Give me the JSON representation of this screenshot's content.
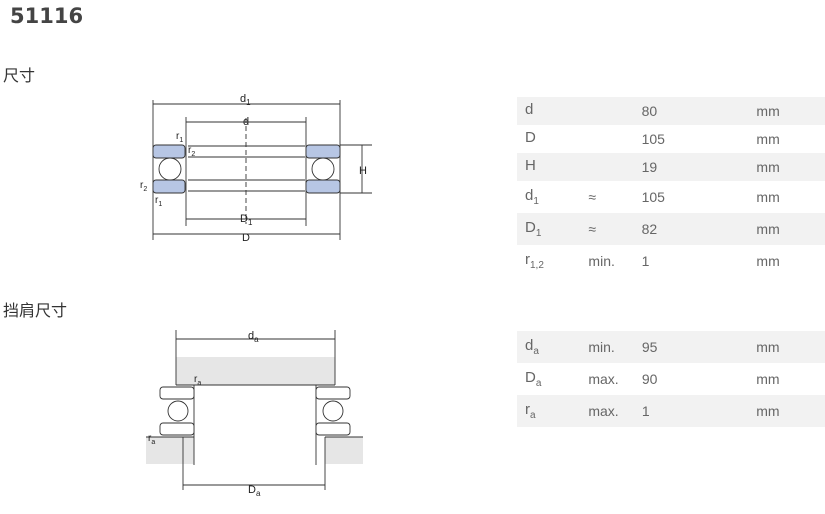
{
  "product": {
    "code": "51116"
  },
  "sections": {
    "dimensions": "尺寸",
    "abutment": "挡肩尺寸"
  },
  "dimensions": [
    {
      "sym": "d",
      "sub": "",
      "qual": "",
      "value": "80",
      "unit": "mm"
    },
    {
      "sym": "D",
      "sub": "",
      "qual": "",
      "value": "105",
      "unit": "mm"
    },
    {
      "sym": "H",
      "sub": "",
      "qual": "",
      "value": "19",
      "unit": "mm"
    },
    {
      "sym": "d",
      "sub": "1",
      "qual": "≈",
      "value": "105",
      "unit": "mm"
    },
    {
      "sym": "D",
      "sub": "1",
      "qual": "≈",
      "value": "82",
      "unit": "mm"
    },
    {
      "sym": "r",
      "sub": "1,2",
      "qual": "min.",
      "value": "1",
      "unit": "mm"
    }
  ],
  "abutment": [
    {
      "sym": "d",
      "sub": "a",
      "qual": "min.",
      "value": "95",
      "unit": "mm"
    },
    {
      "sym": "D",
      "sub": "a",
      "qual": "max.",
      "value": "90",
      "unit": "mm"
    },
    {
      "sym": "r",
      "sub": "a",
      "qual": "max.",
      "value": "1",
      "unit": "mm"
    }
  ],
  "drawing1": {
    "d1": "d",
    "d1s": "1",
    "d": "d",
    "D1": "D",
    "D1s": "1",
    "D": "D",
    "H": "H",
    "r1a": "r",
    "r1as": "1",
    "r2a": "r",
    "r2as": "2",
    "r2b": "r",
    "r2bs": "2",
    "r1b": "r",
    "r1bs": "1"
  },
  "drawing2": {
    "da": "d",
    "das": "a",
    "Da": "D",
    "Das": "a",
    "ra1": "r",
    "ra1s": "a",
    "ra2": "r",
    "ra2s": "a"
  }
}
